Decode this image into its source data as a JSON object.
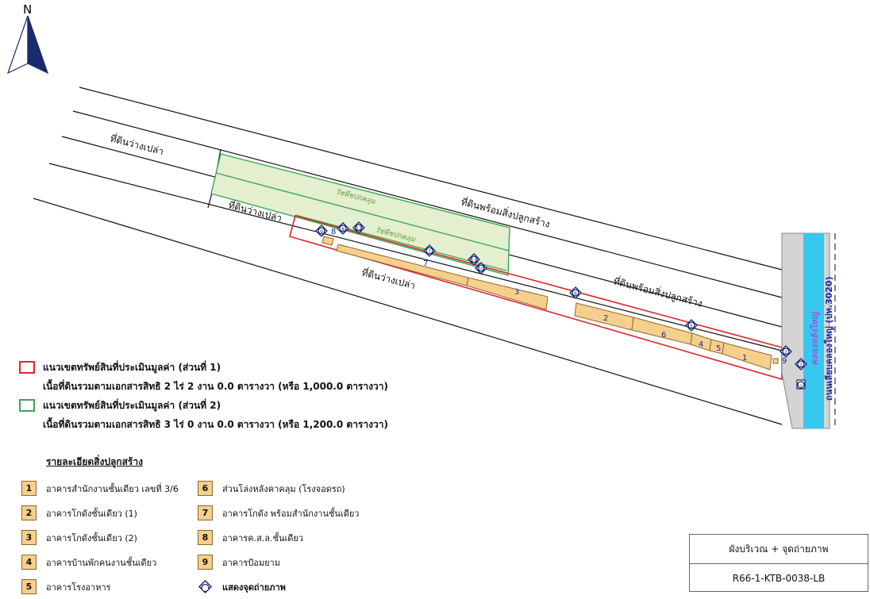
{
  "map": {
    "north_label": "N",
    "labels": {
      "vacant_land_top_left": "ที่ดินว่างเปล่า",
      "vacant_land_mid": "ที่ดินว่างเปล่า",
      "vacant_land_bottom": "ที่ดินว่างเปล่า",
      "built_land_top": "ที่ดินพร้อมสิ่งปลูกสร้าง",
      "built_land_right": "ที่ดินพร้อมสิ่งปลูกสร้าง",
      "grass_cover_1": "วัชพืชปกคลุม",
      "grass_cover_2": "วัชพืชปกคลุม",
      "canal": "คลองหลังใหญ่",
      "road": "ถนนเลียบคลองใหญ่ (ปท.3020)"
    },
    "building_numbers": [
      "1",
      "2",
      "3",
      "4",
      "5",
      "6",
      "7",
      "8",
      "9"
    ],
    "photo_points": [
      "1",
      "2",
      "3",
      "4",
      "5",
      "6",
      "7",
      "8",
      "9",
      "10",
      "11",
      "12"
    ],
    "colors": {
      "part1_boundary": "#e0262a",
      "part2_boundary": "#3aa655",
      "part2_fill": "#e3efcf",
      "building_fill": "#f7cf8c",
      "canal": "#36c8ee",
      "road": "#d4d4d4"
    }
  },
  "legend": {
    "part1": {
      "title": "แนวเขตทรัพย์สินที่ประเมินมูลค่า (ส่วนที่ 1)",
      "area": "เนื้อที่ดินรวมตามเอกสารสิทธิ 2 ไร่ 2 งาน 0.0 ตารางวา (หรือ 1,000.0 ตารางวา)"
    },
    "part2": {
      "title": "แนวเขตทรัพย์สินที่ประเมินมูลค่า (ส่วนที่ 2)",
      "area": "เนื้อที่ดินรวมตามเอกสารสิทธิ 3 ไร่ 0 งาน 0.0 ตารางวา (หรือ 1,200.0 ตารางวา)"
    },
    "details_heading": "รายละเอียดสิ่งปลูกสร้าง",
    "items_col1": [
      {
        "num": "1",
        "label": "อาคารสำนักงานชั้นเดียว เลขที่ 3/6"
      },
      {
        "num": "2",
        "label": "อาคารโกดังชั้นเดียว (1)"
      },
      {
        "num": "3",
        "label": "อาคารโกดังชั้นเดียว (2)"
      },
      {
        "num": "4",
        "label": "อาคารบ้านพักคนงานชั้นเดียว"
      },
      {
        "num": "5",
        "label": "อาคารโรงอาหาร"
      }
    ],
    "items_col2": [
      {
        "num": "6",
        "label": "ส่วนโล่งหลังคาคลุม (โรงจอดรถ)"
      },
      {
        "num": "7",
        "label": "อาคารโกดัง พร้อมสำนักงานชั้นเดียว"
      },
      {
        "num": "8",
        "label": "อาคารค.ส.ล.ชั้นเดียว"
      },
      {
        "num": "9",
        "label": "อาคารป้อมยาม"
      }
    ],
    "photo_point_label": "แสดงจุดถ่ายภาพ"
  },
  "titlebox": {
    "title": "ผังบริเวณ + จุดถ่ายภาพ",
    "code": "R66-1-KTB-0038-LB"
  }
}
